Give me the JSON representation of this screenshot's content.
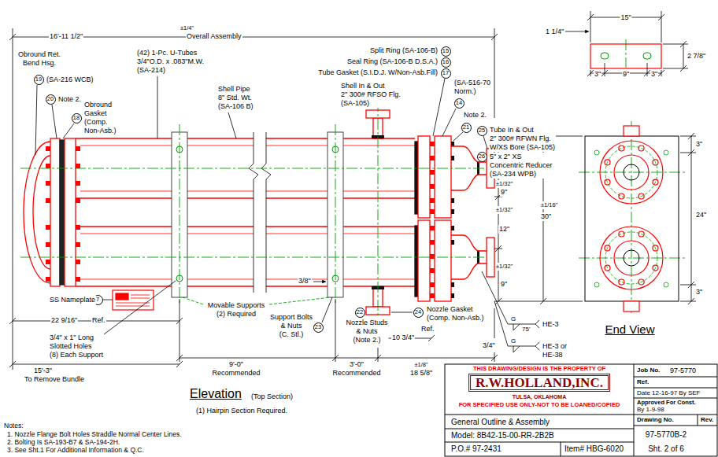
{
  "diagram": {
    "nodes": [
      {
        "text": [
          "19"
        ]
      },
      {
        "text": [
          "20"
        ]
      },
      {
        "text": [
          "18"
        ]
      },
      {
        "text": [
          "15"
        ]
      },
      {
        "text": [
          "16"
        ]
      },
      {
        "text": [
          "17"
        ]
      },
      {
        "text": [
          "14"
        ]
      },
      {
        "text": [
          "21"
        ]
      },
      {
        "text": [
          "25"
        ]
      },
      {
        "text": [
          "26"
        ]
      },
      {
        "text": [
          "7"
        ]
      },
      {
        "text": [
          "23"
        ]
      },
      {
        "text": [
          "22"
        ]
      },
      {
        "text": [
          "24"
        ]
      }
    ],
    "labels": [
      "16'-11 1/2\"",
      "±1/4\"",
      "Overall Assembly",
      "1 1/4\"",
      "15\"",
      "2 7/8\"",
      "3\"",
      "9\"",
      "3\"",
      "Obround Ret. Bend Hsg.",
      "(SA-216 WCB)",
      "Note 2.",
      "Obround Gasket (Comp. Non-Asb.)",
      "(42) 1-Pc. U-Tubes 3/4\"O.D. x .083\"M.W. (SA-214)",
      "Shell Pipe 8\" Std. Wt. (SA-106 B)",
      "Shell In & Out 2\" 300# RFSO Flg. (SA-105)",
      "Split Ring (SA-106-B)",
      "Seal Ring (SA-106-B D.S.A.)",
      "Tube Gasket (S.I.D.J. W/Non-Asb.Fill)",
      "(SA-516-70 Norm.)",
      "Note 2.",
      "Tube In & Out 2\" 300# RFWN Flg. W/XS Bore (SA-105)",
      "5\" x 2\" XS Concentric Reducer (SA-234 WPB)",
      "±1/32\"",
      "9\"",
      "±1/32\"",
      "12\"",
      "±1/16\"",
      "30\"",
      "±1/32\"",
      "9\"",
      "3\"",
      "24\"",
      "3\"",
      "G",
      "HE-3",
      "75'",
      "G",
      "3/4\"",
      "HE-3 or HE-38",
      "End View",
      "SS Nameplate",
      "22 9/16\"",
      "Ref.",
      "3/4\" x 1\" Long Slotted Holes (8) Each Support",
      "15'-3\"",
      "To Remove Bundle",
      "Movable Supports (2) Required",
      "3/8\"",
      "Support Bolts & Nuts (C. Stl.)",
      "Nozzle Studs & Nuts (Note 2.)",
      "Nozzle Gasket (Comp. Non-Asb.)",
      "Ref.",
      "10 3/4\"",
      "9'-0\"",
      "Recommended",
      "3'-0\"",
      "Recommended",
      "±1/8\"",
      "18 5/8\"",
      "Elevation",
      "(Top Section)",
      "(1) Hairpin Section Required.",
      "Notes:",
      "1. Nozzle Flange Bolt Holes Straddle Normal Center Lines.",
      "2. Bolting Is SA-193-B7 & SA-194-2H.",
      "3. See Sht.1 For Additional Information & Q.C.",
      "THIS DRAWING/DESIGN IS THE PROPERTY OF",
      "R.W.HOLLAND,INC.",
      "TULSA, OKLAHOMA",
      "FOR SPECIFIED USE ONLY-NOT TO BE LOANED/COPIED",
      "General Outline & Assembly",
      "Model: 8B42-15-00-RR-2B2B",
      "P.O.# 97-2431",
      "Item# HBG-6020",
      "Job No.",
      "97-5770",
      "Ref.",
      "Date 12-16-97 By SEF",
      "Approved For Const.",
      "By 1-9-98",
      "Drawing No.",
      "Rev.",
      "97-5770B-2",
      "Sht. 2 of 6"
    ]
  }
}
